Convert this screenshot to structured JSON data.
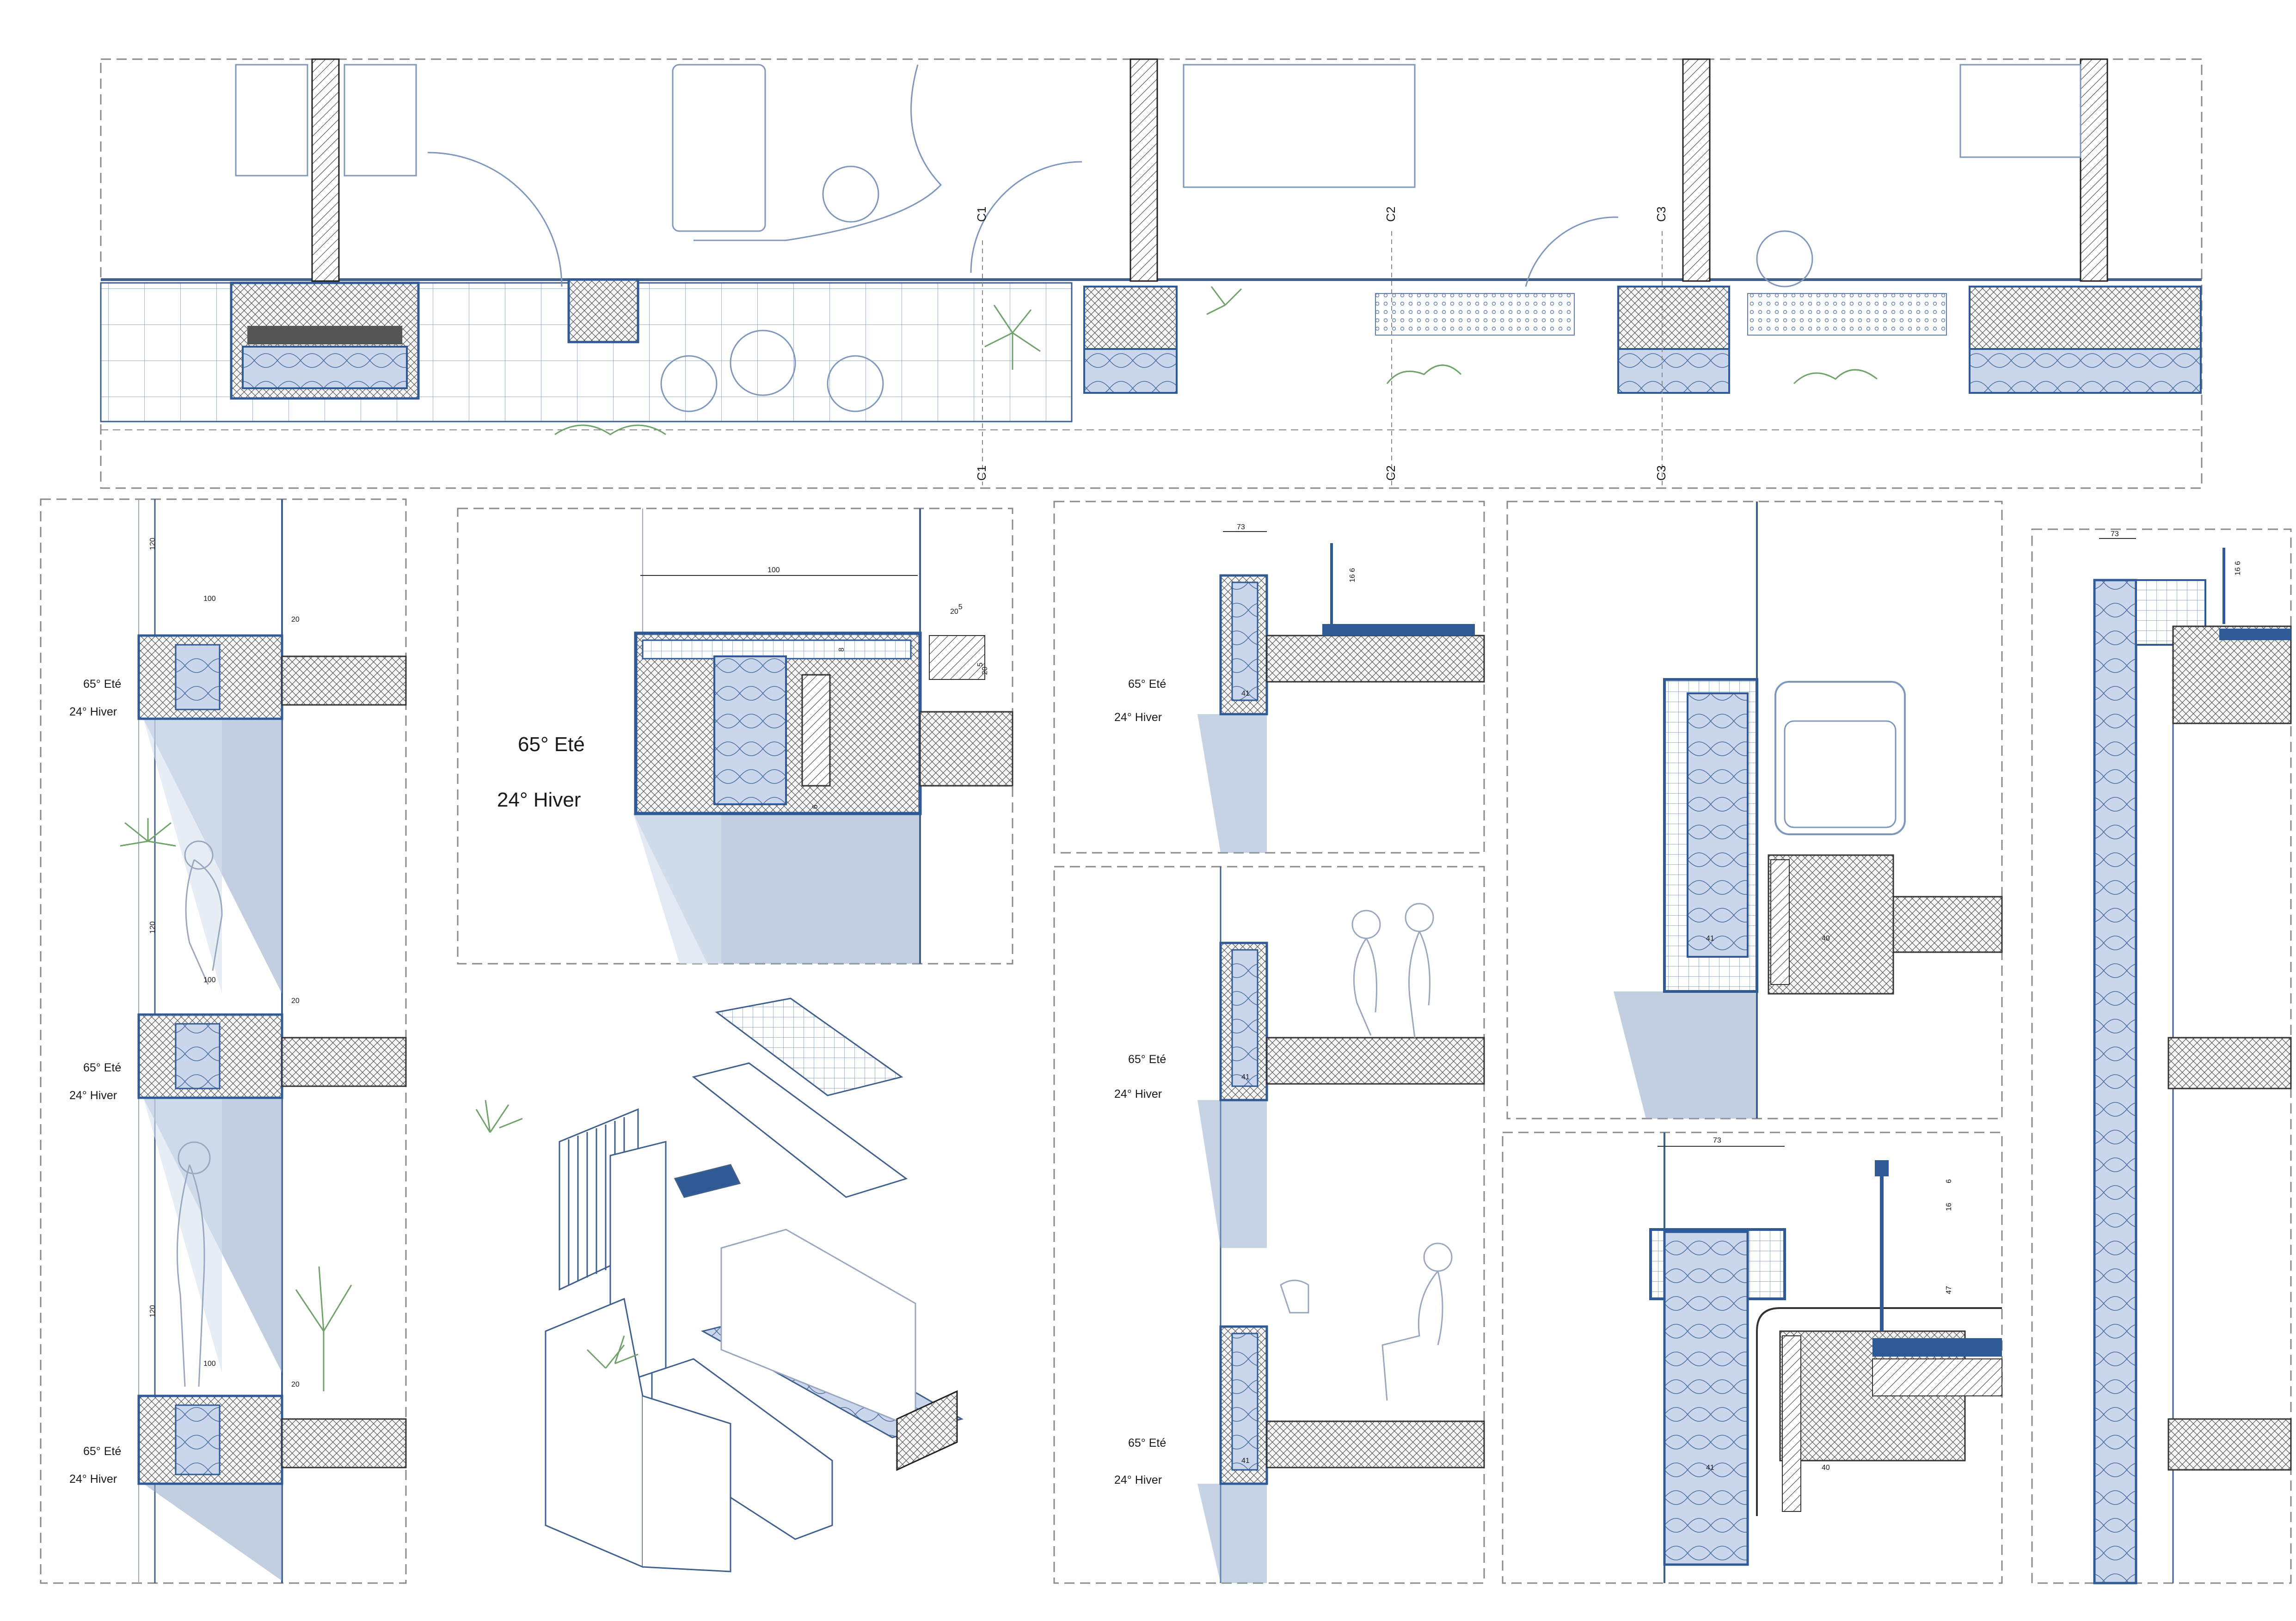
{
  "colors": {
    "line": "#3f5f8f",
    "accent": "#2f5a96",
    "insulation": "#c9d6ec",
    "shade": "#8ea7c9",
    "shade_light": "#d7e1ef",
    "plant": "#6fa36a",
    "dash": "#8a8a8a"
  },
  "plan": {
    "section_marks": {
      "c1": "C1",
      "c2": "C2",
      "c3": "C3"
    }
  },
  "panels": {
    "section_left": {
      "angle_summer": "65° Eté",
      "angle_winter": "24° Hiver",
      "dim_width": "100",
      "dim_offset": "20",
      "dim_height": "120"
    },
    "detail_a": {
      "angle_summer": "65° Eté",
      "angle_winter": "24° Hiver",
      "dim_width": "100",
      "dim_offset": "20",
      "dim_offset_sup": "5",
      "dim_vertical": "20",
      "dim_vertical_sup": "5",
      "dim_small_a": "8",
      "dim_small_b": "6"
    },
    "section_mid_top": {
      "angle_summer": "65° Eté",
      "angle_winter": "24° Hiver",
      "dim_width": "73",
      "dim_vert": "16 6",
      "dim_small": "41"
    },
    "section_mid_bottom": {
      "angle_summer_1": "65° Eté",
      "angle_winter_1": "24° Hiver",
      "angle_summer_2": "65° Eté",
      "angle_winter_2": "24° Hiver",
      "dim_small": "41"
    },
    "detail_b": {
      "dim_left": "41",
      "dim_right": "40"
    },
    "detail_c": {
      "dim_width": "73",
      "dim_vert_a": "16",
      "dim_vert_b": "6",
      "dim_vert_c": "47",
      "dim_left": "41",
      "dim_right": "40"
    },
    "section_right": {
      "dim_width": "73",
      "dim_vert": "16 6"
    }
  }
}
